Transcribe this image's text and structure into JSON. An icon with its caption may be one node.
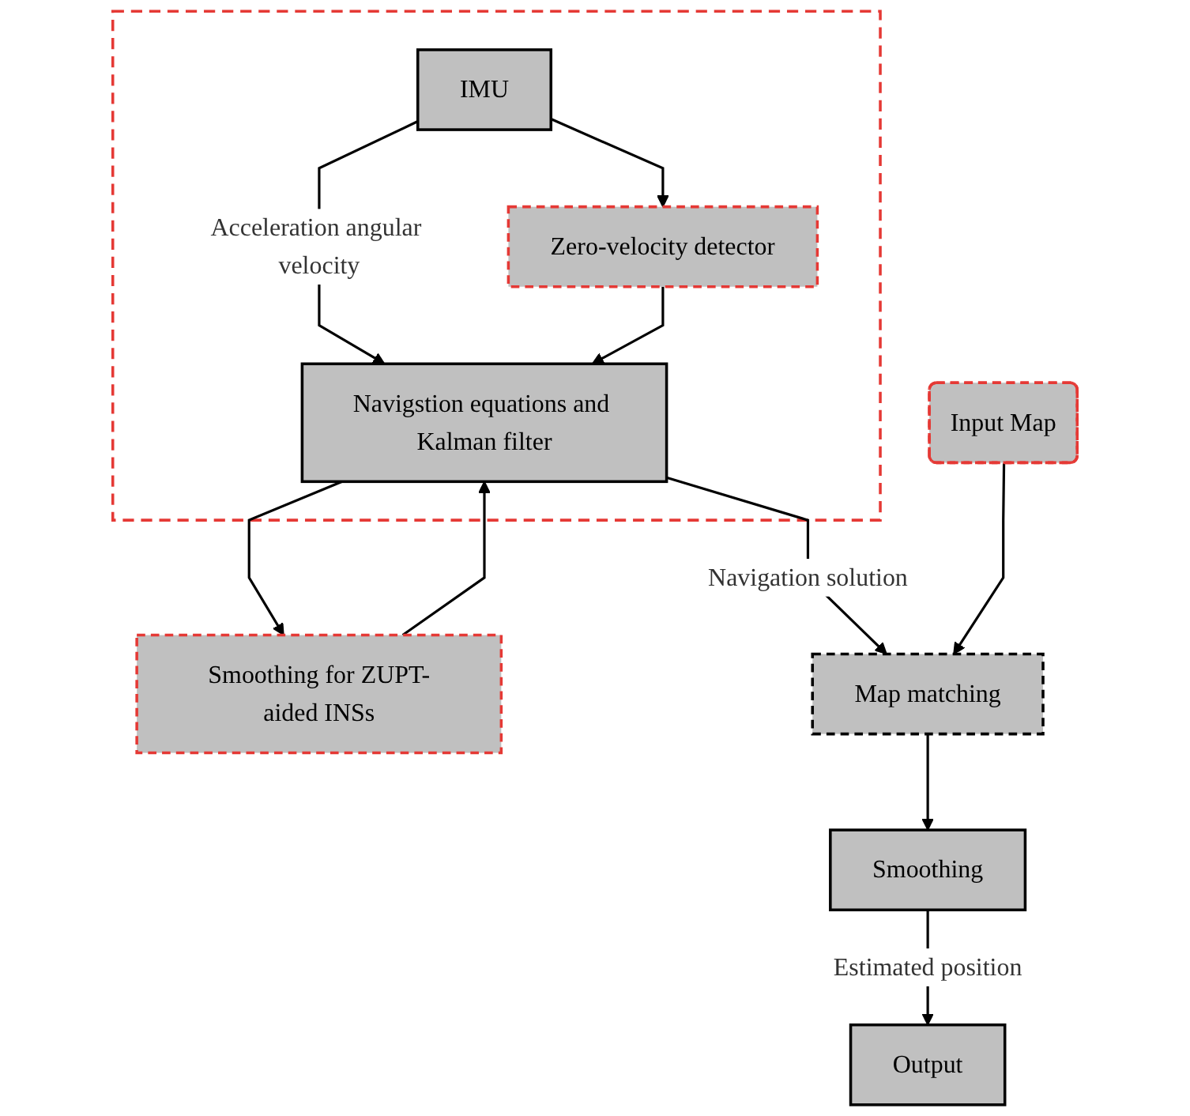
{
  "diagram": {
    "nodes": [
      {
        "text": [],
        "shape": "box"
      },
      {
        "text": [
          "IMU"
        ],
        "in": 0
      },
      {
        "text": [
          "Zero-velocity detector"
        ],
        "in": 0
      },
      {
        "text": [
          "Navigstion equations and Kalman filter"
        ],
        "in": 0
      },
      {
        "text": [
          "Smoothing for ZUPT-aided INSs"
        ]
      },
      {
        "text": [
          "Input Map"
        ]
      },
      {
        "text": [
          "Map matching"
        ]
      },
      {
        "text": [
          "Smoothing"
        ]
      },
      {
        "text": [
          "Output"
        ]
      }
    ],
    "edges": [
      {
        "from": 1,
        "to": 2,
        "arrow": "to"
      },
      {
        "from": 1,
        "to": 3,
        "arrow": "to",
        "label": "Acceleration angular velocity"
      },
      {
        "from": 2,
        "to": 3,
        "arrow": "to"
      },
      {
        "from": 3,
        "to": 4,
        "arrow": "to"
      },
      {
        "from": 4,
        "to": 3,
        "arrow": "to"
      },
      {
        "from": 3,
        "to": 6,
        "arrow": "to",
        "label": "Navigation solution"
      },
      {
        "from": 5,
        "to": 6,
        "arrow": "to"
      },
      {
        "from": 6,
        "to": 7,
        "arrow": "to"
      },
      {
        "from": 7,
        "to": 8,
        "arrow": "to",
        "label": "Estimated position"
      }
    ]
  }
}
